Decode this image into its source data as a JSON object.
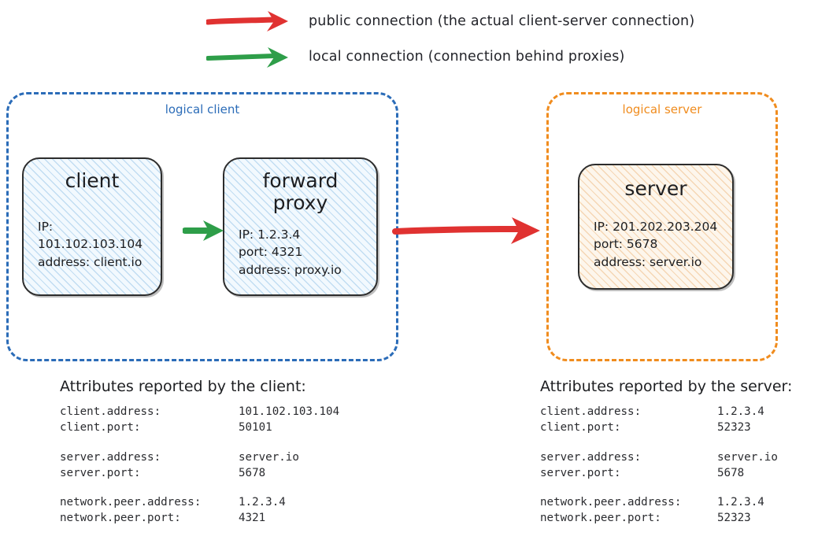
{
  "legend": [
    {
      "icon": "red-arrow-icon",
      "color": "#e03231",
      "label": "public connection (the actual client-server connection)"
    },
    {
      "icon": "green-arrow-icon",
      "color": "#2e9e49",
      "label": "local connection (connection behind proxies)"
    }
  ],
  "logical_client": {
    "label": "logical client",
    "color": "#2b6cb8",
    "nodes": [
      {
        "title": "client",
        "details": "IP: 101.102.103.104\naddress: client.io"
      },
      {
        "title": "forward\nproxy",
        "details": "IP: 1.2.3.4\nport: 4321\naddress: proxy.io"
      }
    ]
  },
  "logical_server": {
    "label": "logical server",
    "color": "#f08c1e",
    "nodes": [
      {
        "title": "server",
        "details": "IP: 201.202.203.204\nport: 5678\naddress: server.io"
      }
    ]
  },
  "connections": [
    {
      "name": "client-to-proxy",
      "type": "local",
      "color": "#2e9e49"
    },
    {
      "name": "proxy-to-server",
      "type": "public",
      "color": "#e03231"
    }
  ],
  "attributes_client": {
    "heading": "Attributes reported by the client:",
    "groups": [
      [
        {
          "key": "client.address:",
          "value": "101.102.103.104"
        },
        {
          "key": "client.port:",
          "value": "50101"
        }
      ],
      [
        {
          "key": "server.address:",
          "value": "server.io"
        },
        {
          "key": "server.port:",
          "value": "5678"
        }
      ],
      [
        {
          "key": "network.peer.address:",
          "value": "1.2.3.4"
        },
        {
          "key": "network.peer.port:",
          "value": "4321"
        }
      ]
    ]
  },
  "attributes_server": {
    "heading": "Attributes reported by the server:",
    "groups": [
      [
        {
          "key": "client.address:",
          "value": "1.2.3.4"
        },
        {
          "key": "client.port:",
          "value": "52323"
        }
      ],
      [
        {
          "key": "server.address:",
          "value": "server.io"
        },
        {
          "key": "server.port:",
          "value": "5678"
        }
      ],
      [
        {
          "key": "network.peer.address:",
          "value": "1.2.3.4"
        },
        {
          "key": "network.peer.port:",
          "value": "52323"
        }
      ]
    ]
  }
}
